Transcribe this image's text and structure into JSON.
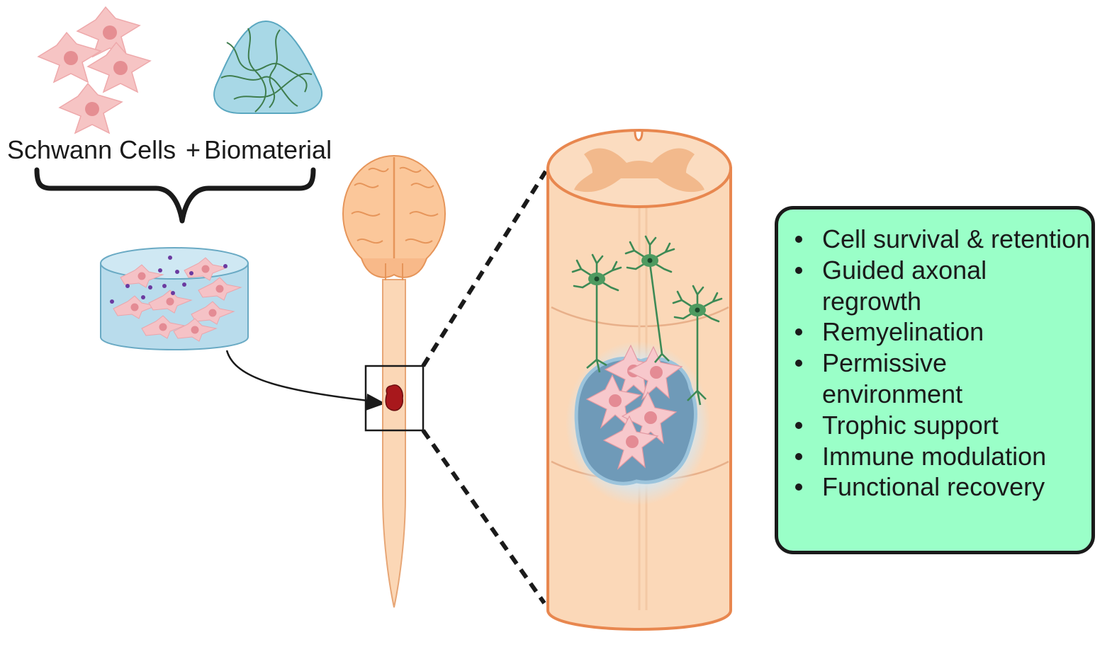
{
  "labels": {
    "schwann_cells": "Schwann Cells",
    "plus": "+",
    "biomaterial": "Biomaterial"
  },
  "benefits": [
    "Cell survival & retention",
    "Guided axonal regrowth",
    "Remyelination",
    "Permissive environment",
    "Trophic support",
    "Immune modulation",
    "Functional recovery"
  ],
  "icons": [
    "schwann-cells-icon",
    "biomaterial-hydrogel-icon",
    "curly-brace-icon",
    "cell-laden-scaffold-icon",
    "brain-spinal-cord-icon",
    "injury-site-icon",
    "spinal-cord-section-icon",
    "neuron-icon"
  ],
  "colors": {
    "benefit_box_fill": "#9affc8",
    "cell_pink": "#f6c4c4",
    "nucleus_pink": "#e58e92",
    "hydrogel_blue": "#a8d8e6",
    "spinal_tissue": "#fbd7b6",
    "spinal_outline": "#e8874f",
    "lesion_blue": "#6f9ab8",
    "neuron_green": "#3d8a55",
    "injury_red": "#a8181c"
  }
}
